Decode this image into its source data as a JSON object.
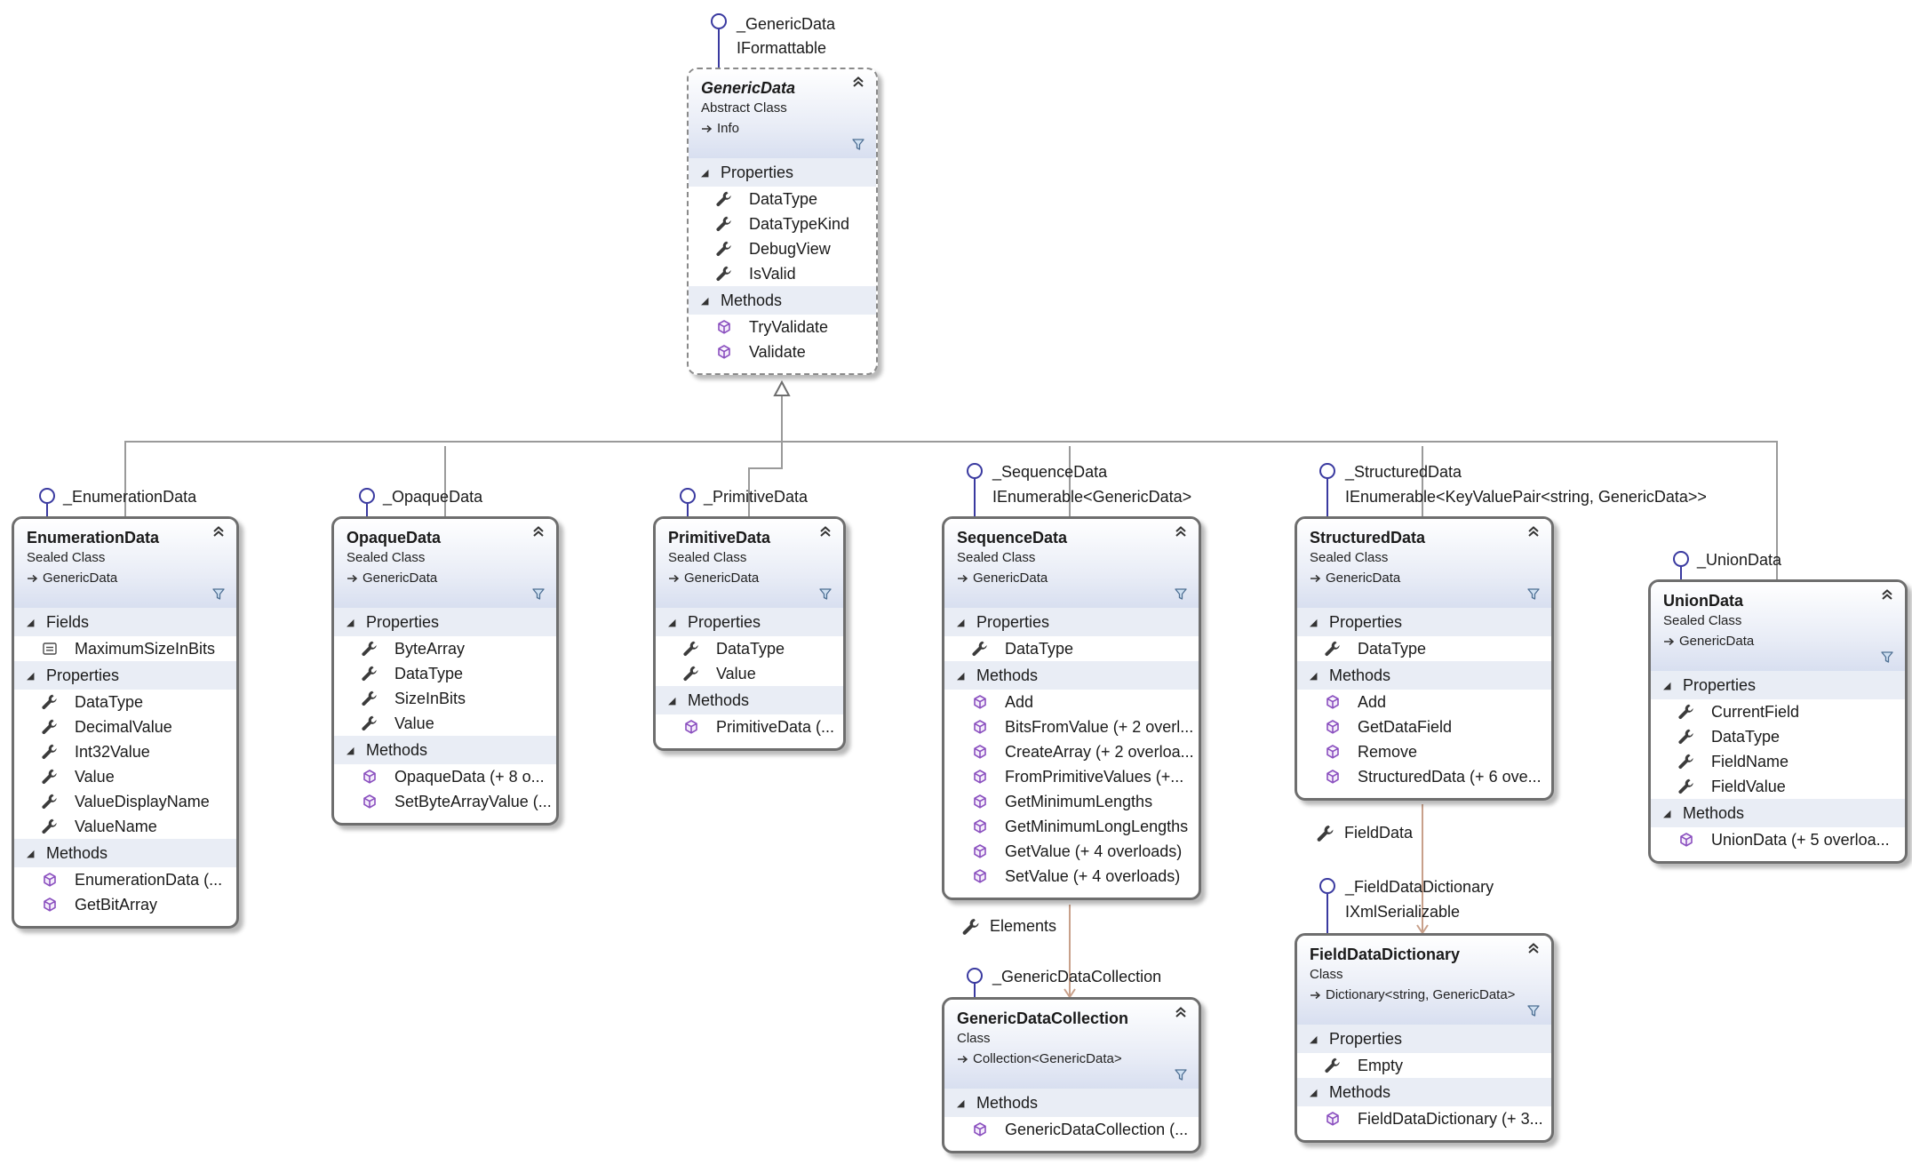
{
  "classes": {
    "generic": {
      "name": "GenericData",
      "kind": "Abstract Class",
      "base": "Info",
      "interfaces": [
        "_GenericData",
        "IFormattable"
      ],
      "sections": [
        {
          "title": "Properties",
          "members": [
            "DataType",
            "DataTypeKind",
            "DebugView",
            "IsValid"
          ]
        },
        {
          "title": "Methods",
          "members": [
            "TryValidate",
            "Validate"
          ]
        }
      ]
    },
    "enumeration": {
      "name": "EnumerationData",
      "kind": "Sealed Class",
      "base": "GenericData",
      "interfaces": [
        "_EnumerationData"
      ],
      "sections": [
        {
          "title": "Fields",
          "members": [
            "MaximumSizeInBits"
          ]
        },
        {
          "title": "Properties",
          "members": [
            "DataType",
            "DecimalValue",
            "Int32Value",
            "Value",
            "ValueDisplayName",
            "ValueName"
          ]
        },
        {
          "title": "Methods",
          "members": [
            "EnumerationData  (...",
            "GetBitArray"
          ]
        }
      ]
    },
    "opaque": {
      "name": "OpaqueData",
      "kind": "Sealed Class",
      "base": "GenericData",
      "interfaces": [
        "_OpaqueData"
      ],
      "sections": [
        {
          "title": "Properties",
          "members": [
            "ByteArray",
            "DataType",
            "SizeInBits",
            "Value"
          ]
        },
        {
          "title": "Methods",
          "members": [
            "OpaqueData (+ 8 o...",
            "SetByteArrayValue  (..."
          ]
        }
      ]
    },
    "primitive": {
      "name": "PrimitiveData",
      "kind": "Sealed Class",
      "base": "GenericData",
      "interfaces": [
        "_PrimitiveData"
      ],
      "sections": [
        {
          "title": "Properties",
          "members": [
            "DataType",
            "Value"
          ]
        },
        {
          "title": "Methods",
          "members": [
            "PrimitiveData  (..."
          ]
        }
      ]
    },
    "sequence": {
      "name": "SequenceData",
      "kind": "Sealed Class",
      "base": "GenericData",
      "interfaces": [
        "_SequenceData",
        "IEnumerable<GenericData>"
      ],
      "sections": [
        {
          "title": "Properties",
          "members": [
            "DataType"
          ]
        },
        {
          "title": "Methods",
          "members": [
            "Add",
            "BitsFromValue  (+ 2 overl...",
            "CreateArray  (+ 2 overloa...",
            "FromPrimitiveValues  (+...",
            "GetMinimumLengths",
            "GetMinimumLongLengths",
            "GetValue (+ 4 overloads)",
            "SetValue (+ 4 overloads)"
          ]
        }
      ]
    },
    "structured": {
      "name": "StructuredData",
      "kind": "Sealed Class",
      "base": "GenericData",
      "interfaces": [
        "_StructuredData",
        "IEnumerable<KeyValuePair<string, GenericData>>"
      ],
      "sections": [
        {
          "title": "Properties",
          "members": [
            "DataType"
          ]
        },
        {
          "title": "Methods",
          "members": [
            "Add",
            "GetDataField",
            "Remove",
            "StructuredData  (+ 6 ove..."
          ]
        }
      ]
    },
    "union": {
      "name": "UnionData",
      "kind": "Sealed Class",
      "base": "GenericData",
      "interfaces": [
        "_UnionData"
      ],
      "sections": [
        {
          "title": "Properties",
          "members": [
            "CurrentField",
            "DataType",
            "FieldName",
            "FieldValue"
          ]
        },
        {
          "title": "Methods",
          "members": [
            "UnionData  (+ 5 overloa..."
          ]
        }
      ]
    },
    "collection": {
      "name": "GenericDataCollection",
      "kind": "Class",
      "base": "Collection<GenericData>",
      "interfaces": [
        "_GenericDataCollection"
      ],
      "sections": [
        {
          "title": "Methods",
          "members": [
            "GenericDataCollection  (..."
          ]
        }
      ]
    },
    "dictionary": {
      "name": "FieldDataDictionary",
      "kind": "Class",
      "base": "Dictionary<string, GenericData>",
      "interfaces": [
        "_FieldDataDictionary",
        "IXmlSerializable"
      ],
      "sections": [
        {
          "title": "Properties",
          "members": [
            "Empty"
          ]
        },
        {
          "title": "Methods",
          "members": [
            "FieldDataDictionary  (+ 3..."
          ]
        }
      ]
    }
  },
  "associations": {
    "elements": "Elements",
    "field_data": "FieldData"
  },
  "colors": {
    "border": "#6e6e6e",
    "section_bg": "#e9edf5",
    "header_gradient": "#d8dff0",
    "lollipop": "#3a3aa0",
    "method_icon": "#8a4fbf",
    "inheritance_line": "#9a9a9a",
    "association_line": "#c8a08a"
  },
  "icons": {
    "property": "wrench-icon",
    "method": "cube-icon",
    "field": "field-icon",
    "collapse": "double-chevron-up-icon",
    "filter": "filter-icon",
    "interface": "lollipop-icon"
  }
}
